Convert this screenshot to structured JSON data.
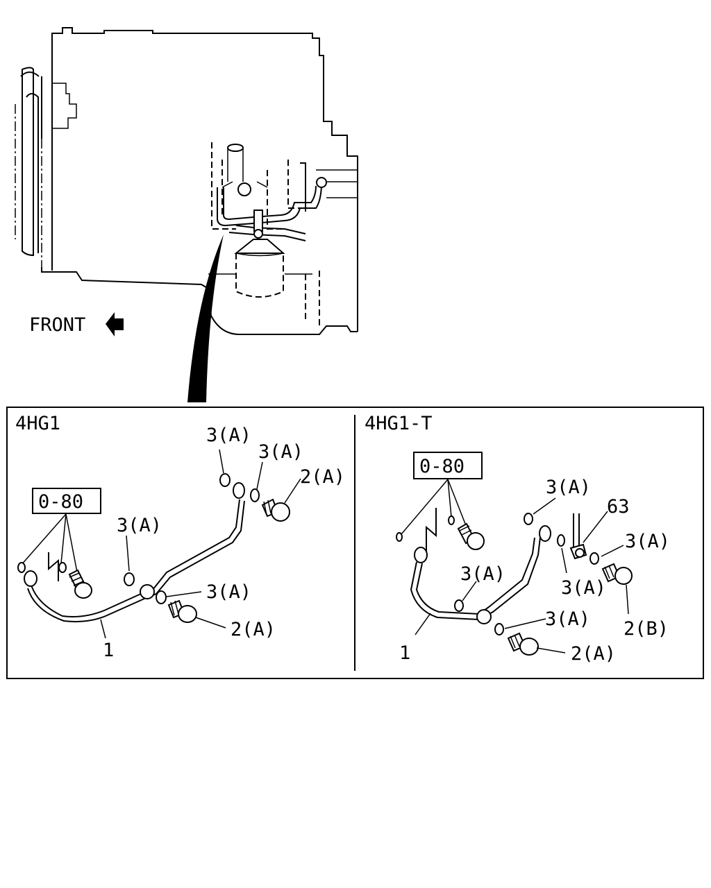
{
  "engine_view": {
    "front_label": "FRONT"
  },
  "panels": [
    {
      "variant": "4HG1",
      "torque_box": "0-80",
      "callouts": {
        "pipe": "1",
        "bolt_upper": "2(A)",
        "bolt_lower": "2(A)",
        "washer_top_1": "3(A)",
        "washer_top_2": "3(A)",
        "washer_mid": "3(A)",
        "washer_lower": "3(A)"
      }
    },
    {
      "variant": "4HG1-T",
      "torque_box": "0-80",
      "callouts": {
        "pipe": "1",
        "bolt_lower": "2(A)",
        "bolt_b": "2(B)",
        "washer_top": "3(A)",
        "washer_mid": "3(A)",
        "washer_right_a": "3(A)",
        "washer_right_b": "3(A)",
        "washer_lower": "3(A)",
        "fitting": "63"
      }
    }
  ]
}
